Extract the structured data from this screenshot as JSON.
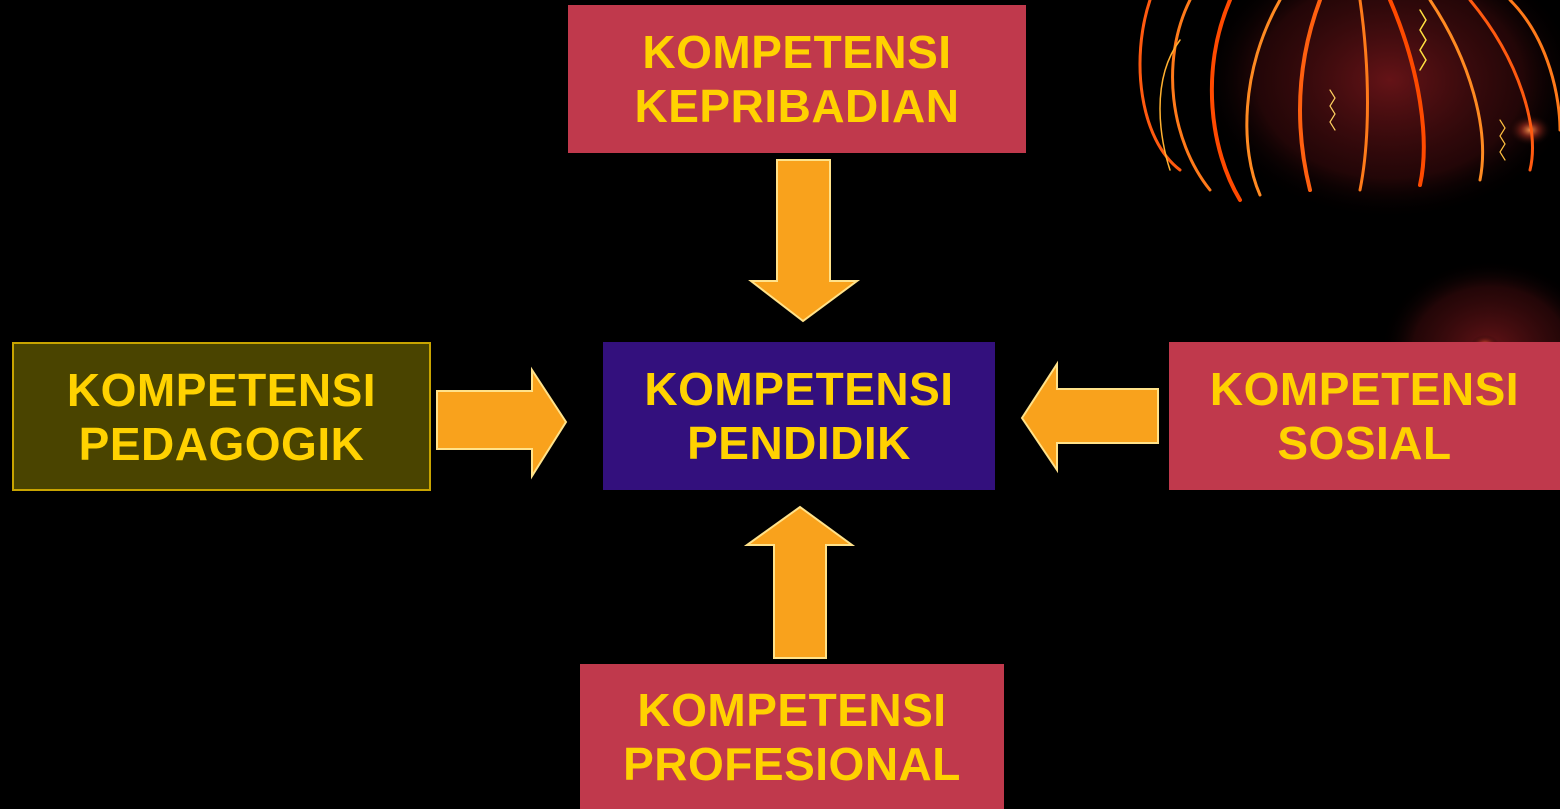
{
  "colors": {
    "background": "#000000",
    "text": "#ffd200",
    "outer_box": "#c0394c",
    "pedagogik_box": "#4a4400",
    "center_box": "#33107d",
    "arrow": "#f9a21c",
    "arrow_outline": "#ffe28a"
  },
  "boxes": {
    "top": {
      "line1": "KOMPETENSI",
      "line2": "KEPRIBADIAN"
    },
    "left": {
      "line1": "KOMPETENSI",
      "line2": "PEDAGOGIK"
    },
    "center": {
      "line1": "KOMPETENSI",
      "line2": "PENDIDIK"
    },
    "right": {
      "line1": "KOMPETENSI",
      "line2": "SOSIAL"
    },
    "bottom": {
      "line1": "KOMPETENSI",
      "line2": "PROFESIONAL"
    }
  }
}
